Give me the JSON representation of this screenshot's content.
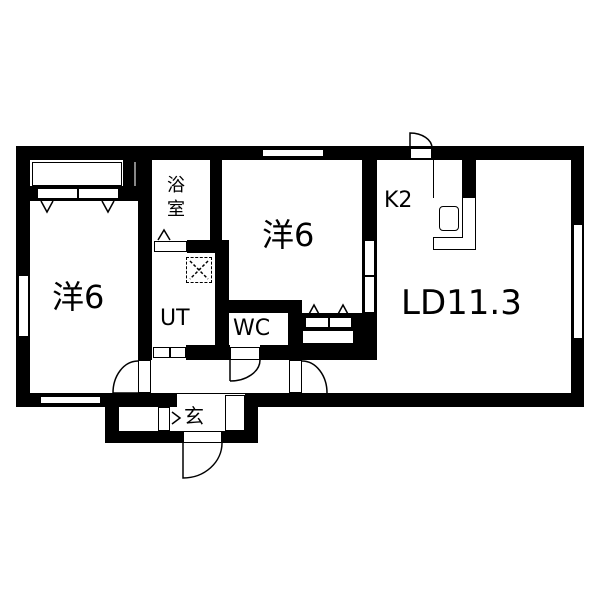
{
  "floorplan": {
    "rooms": [
      {
        "id": "western-room-left",
        "label": "洋6"
      },
      {
        "id": "bathroom",
        "label": "浴室"
      },
      {
        "id": "utility",
        "label": "UT"
      },
      {
        "id": "western-room-center",
        "label": "洋6"
      },
      {
        "id": "toilet",
        "label": "WC"
      },
      {
        "id": "kitchen",
        "label": "K2"
      },
      {
        "id": "living-dining",
        "label": "LD11.3"
      },
      {
        "id": "entrance",
        "label": "玄"
      }
    ],
    "colors": {
      "wall": "#000000",
      "background": "#ffffff"
    }
  }
}
